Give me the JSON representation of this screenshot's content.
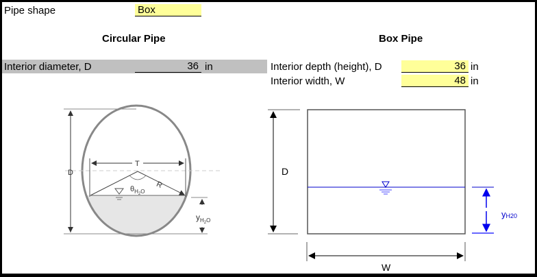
{
  "pipe_shape": {
    "label": "Pipe shape",
    "value": "Box"
  },
  "circular": {
    "title": "Circular Pipe",
    "diameter_label": "Interior diameter, D",
    "diameter_value": "36",
    "diameter_unit": "in",
    "diagram": {
      "D": "D",
      "T": "T",
      "R": "R",
      "theta": "θ",
      "theta_sub": "H2O",
      "y": "y",
      "y_sub": "H2O"
    }
  },
  "box": {
    "title": "Box Pipe",
    "depth_label": "Interior depth (height), D",
    "depth_value": "36",
    "depth_unit": "in",
    "width_label": "Interior width, W",
    "width_value": "48",
    "width_unit": "in",
    "diagram": {
      "D": "D",
      "W": "W",
      "y": "y",
      "y_sub": "H20"
    }
  },
  "colors": {
    "input_fill": "#ffff99",
    "gray_band": "#c0c0c0",
    "water_blue": "#0000cc"
  }
}
